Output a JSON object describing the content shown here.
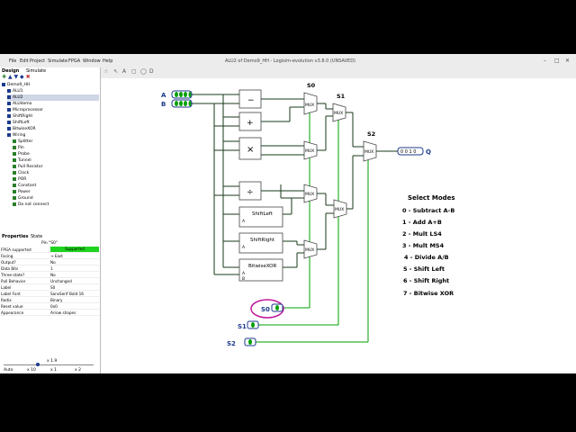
{
  "window": {
    "title": "ALU2 of Demo9_HH - Logisim-evolution v3.8.0 (UNSAVED)"
  },
  "menu": [
    "File",
    "Edit",
    "Project",
    "Simulate",
    "FPGA",
    "Window",
    "Help"
  ],
  "left_tabs": [
    "Design",
    "Simulate"
  ],
  "tree": [
    {
      "label": "Demo9_HH",
      "selected": false,
      "indent": 0
    },
    {
      "label": "ALU1",
      "selected": false,
      "indent": 1
    },
    {
      "label": "ALU2",
      "selected": true,
      "indent": 1
    },
    {
      "label": "ALUdemo",
      "selected": false,
      "indent": 1
    },
    {
      "label": "Microprocessor",
      "selected": false,
      "indent": 1
    },
    {
      "label": "ShiftRight",
      "selected": false,
      "indent": 1
    },
    {
      "label": "ShiftLeft",
      "selected": false,
      "indent": 1
    },
    {
      "label": "BitwiseXOR",
      "selected": false,
      "indent": 1
    },
    {
      "label": "Wiring",
      "selected": false,
      "indent": 1
    },
    {
      "label": "Splitter",
      "selected": false,
      "indent": 2
    },
    {
      "label": "Pin",
      "selected": false,
      "indent": 2
    },
    {
      "label": "Probe",
      "selected": false,
      "indent": 2
    },
    {
      "label": "Tunnel",
      "selected": false,
      "indent": 2
    },
    {
      "label": "Pull Resistor",
      "selected": false,
      "indent": 2
    },
    {
      "label": "Clock",
      "selected": false,
      "indent": 2
    },
    {
      "label": "POR",
      "selected": false,
      "indent": 2
    },
    {
      "label": "Constant",
      "selected": false,
      "indent": 2
    },
    {
      "label": "Power",
      "selected": false,
      "indent": 2
    },
    {
      "label": "Ground",
      "selected": false,
      "indent": 2
    },
    {
      "label": "Do not connect",
      "selected": false,
      "indent": 2
    }
  ],
  "props_tabs": [
    "Properties",
    "State"
  ],
  "props_title": "Pin \"S0\"",
  "props": [
    {
      "key": "FPGA supported",
      "value": "Supported",
      "highlight": true
    },
    {
      "key": "Facing",
      "value": "→ East",
      "highlight": false
    },
    {
      "key": "Output?",
      "value": "No",
      "highlight": false
    },
    {
      "key": "Data Bits",
      "value": "1",
      "highlight": false
    },
    {
      "key": "Three-state?",
      "value": "No",
      "highlight": false
    },
    {
      "key": "Pull Behavior",
      "value": "Unchanged",
      "highlight": false
    },
    {
      "key": "Label",
      "value": "S0",
      "highlight": false
    },
    {
      "key": "Label Font",
      "value": "SansSerif Bold 16",
      "highlight": false
    },
    {
      "key": "Radix",
      "value": "Binary",
      "highlight": false
    },
    {
      "key": "Reset value",
      "value": "0x0",
      "highlight": false
    },
    {
      "key": "Appearance",
      "value": "Arrow shapes",
      "highlight": false
    }
  ],
  "zoom": {
    "value": "x 1.9",
    "buttons": [
      "Auto",
      "x 10",
      "x 1",
      "x 2"
    ]
  },
  "circuit": {
    "inputs": {
      "a": "A",
      "b": "B"
    },
    "select_pins": {
      "s0": "S0",
      "s1": "S1",
      "s2": "S2"
    },
    "mux_labels": {
      "s0": "S0",
      "s1": "S1",
      "s2": "S2",
      "mux": "MUX"
    },
    "output_label": "Q",
    "output_value": "0 0 1 0",
    "subcircuits": {
      "shift_left": "ShiftLeft",
      "shift_right": "ShiftRight",
      "bitwise_xor": "BitwiseXOR",
      "port_a": "A",
      "port_b": "B"
    },
    "arith_labels": {
      "sub": "−",
      "add": "+",
      "mul": "×",
      "div": "÷"
    }
  },
  "select_modes": {
    "title": "Select Modes",
    "items": [
      "0 - Subtract A-B",
      "1 - Add A+B",
      "2 - Mult LS4",
      "3 - Mult MS4",
      "4 - Divide A/B",
      "5 - Shift Left",
      "6 - Shift Right",
      "7 - Bitwise XOR"
    ]
  },
  "colors": {
    "wire_dark": "#1a3a1a",
    "wire_green": "#00a000",
    "pin_blue": "#1c3a8c",
    "highlight_circle": "#c0169a",
    "selected_row": "#cfd6e6",
    "supported_green": "#1ed41e"
  }
}
